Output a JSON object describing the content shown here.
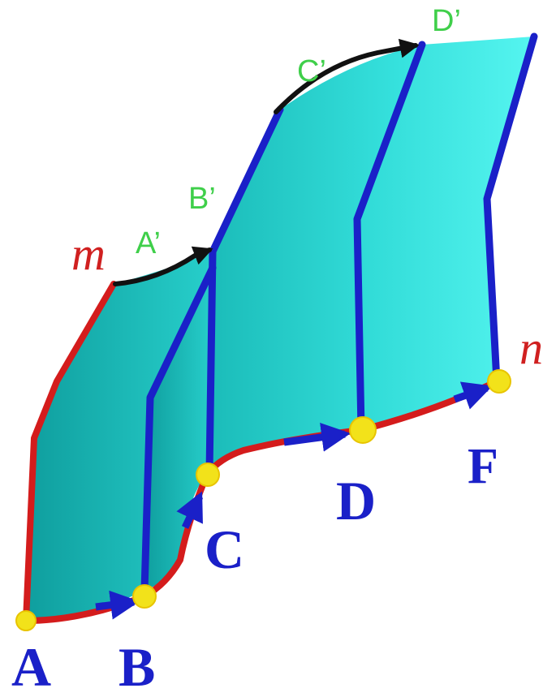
{
  "labels": {
    "A": "A",
    "B": "B",
    "C": "C",
    "D": "D",
    "F": "F",
    "A_prime": "A’",
    "B_prime": "B’",
    "C_prime": "C’",
    "D_prime": "D’",
    "m": "m",
    "n": "n"
  },
  "colors": {
    "surface_dark": "#12a8a8",
    "surface_light": "#45f0ec",
    "ruling_blue": "#1a20c8",
    "curve_red": "#d41c1c",
    "curve_black": "#111111",
    "point_yellow": "#f2e21a",
    "label_green": "#3fcf4a"
  }
}
